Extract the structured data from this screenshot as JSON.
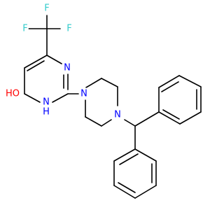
{
  "colors": {
    "background": "#ffffff",
    "bond": "#000000",
    "carbon": "#000000",
    "nitrogen": "#0000ff",
    "oxygen": "#ff0000",
    "fluorine": "#33cccc"
  },
  "atoms": [
    {
      "id": "f1",
      "text": "F",
      "element": "fluorine"
    },
    {
      "id": "f2",
      "text": "F",
      "element": "fluorine"
    },
    {
      "id": "f3",
      "text": "F",
      "element": "fluorine"
    },
    {
      "id": "n-pyrimidine",
      "text": "N",
      "element": "nitrogen"
    },
    {
      "id": "ho",
      "text": "HO",
      "element": "oxygen"
    },
    {
      "id": "nh",
      "text": "N",
      "element": "nitrogen"
    },
    {
      "id": "h",
      "text": "H",
      "element": "nitrogen"
    },
    {
      "id": "n-piperazine-1",
      "text": "N",
      "element": "nitrogen"
    },
    {
      "id": "n-piperazine-2",
      "text": "N",
      "element": "nitrogen"
    }
  ]
}
